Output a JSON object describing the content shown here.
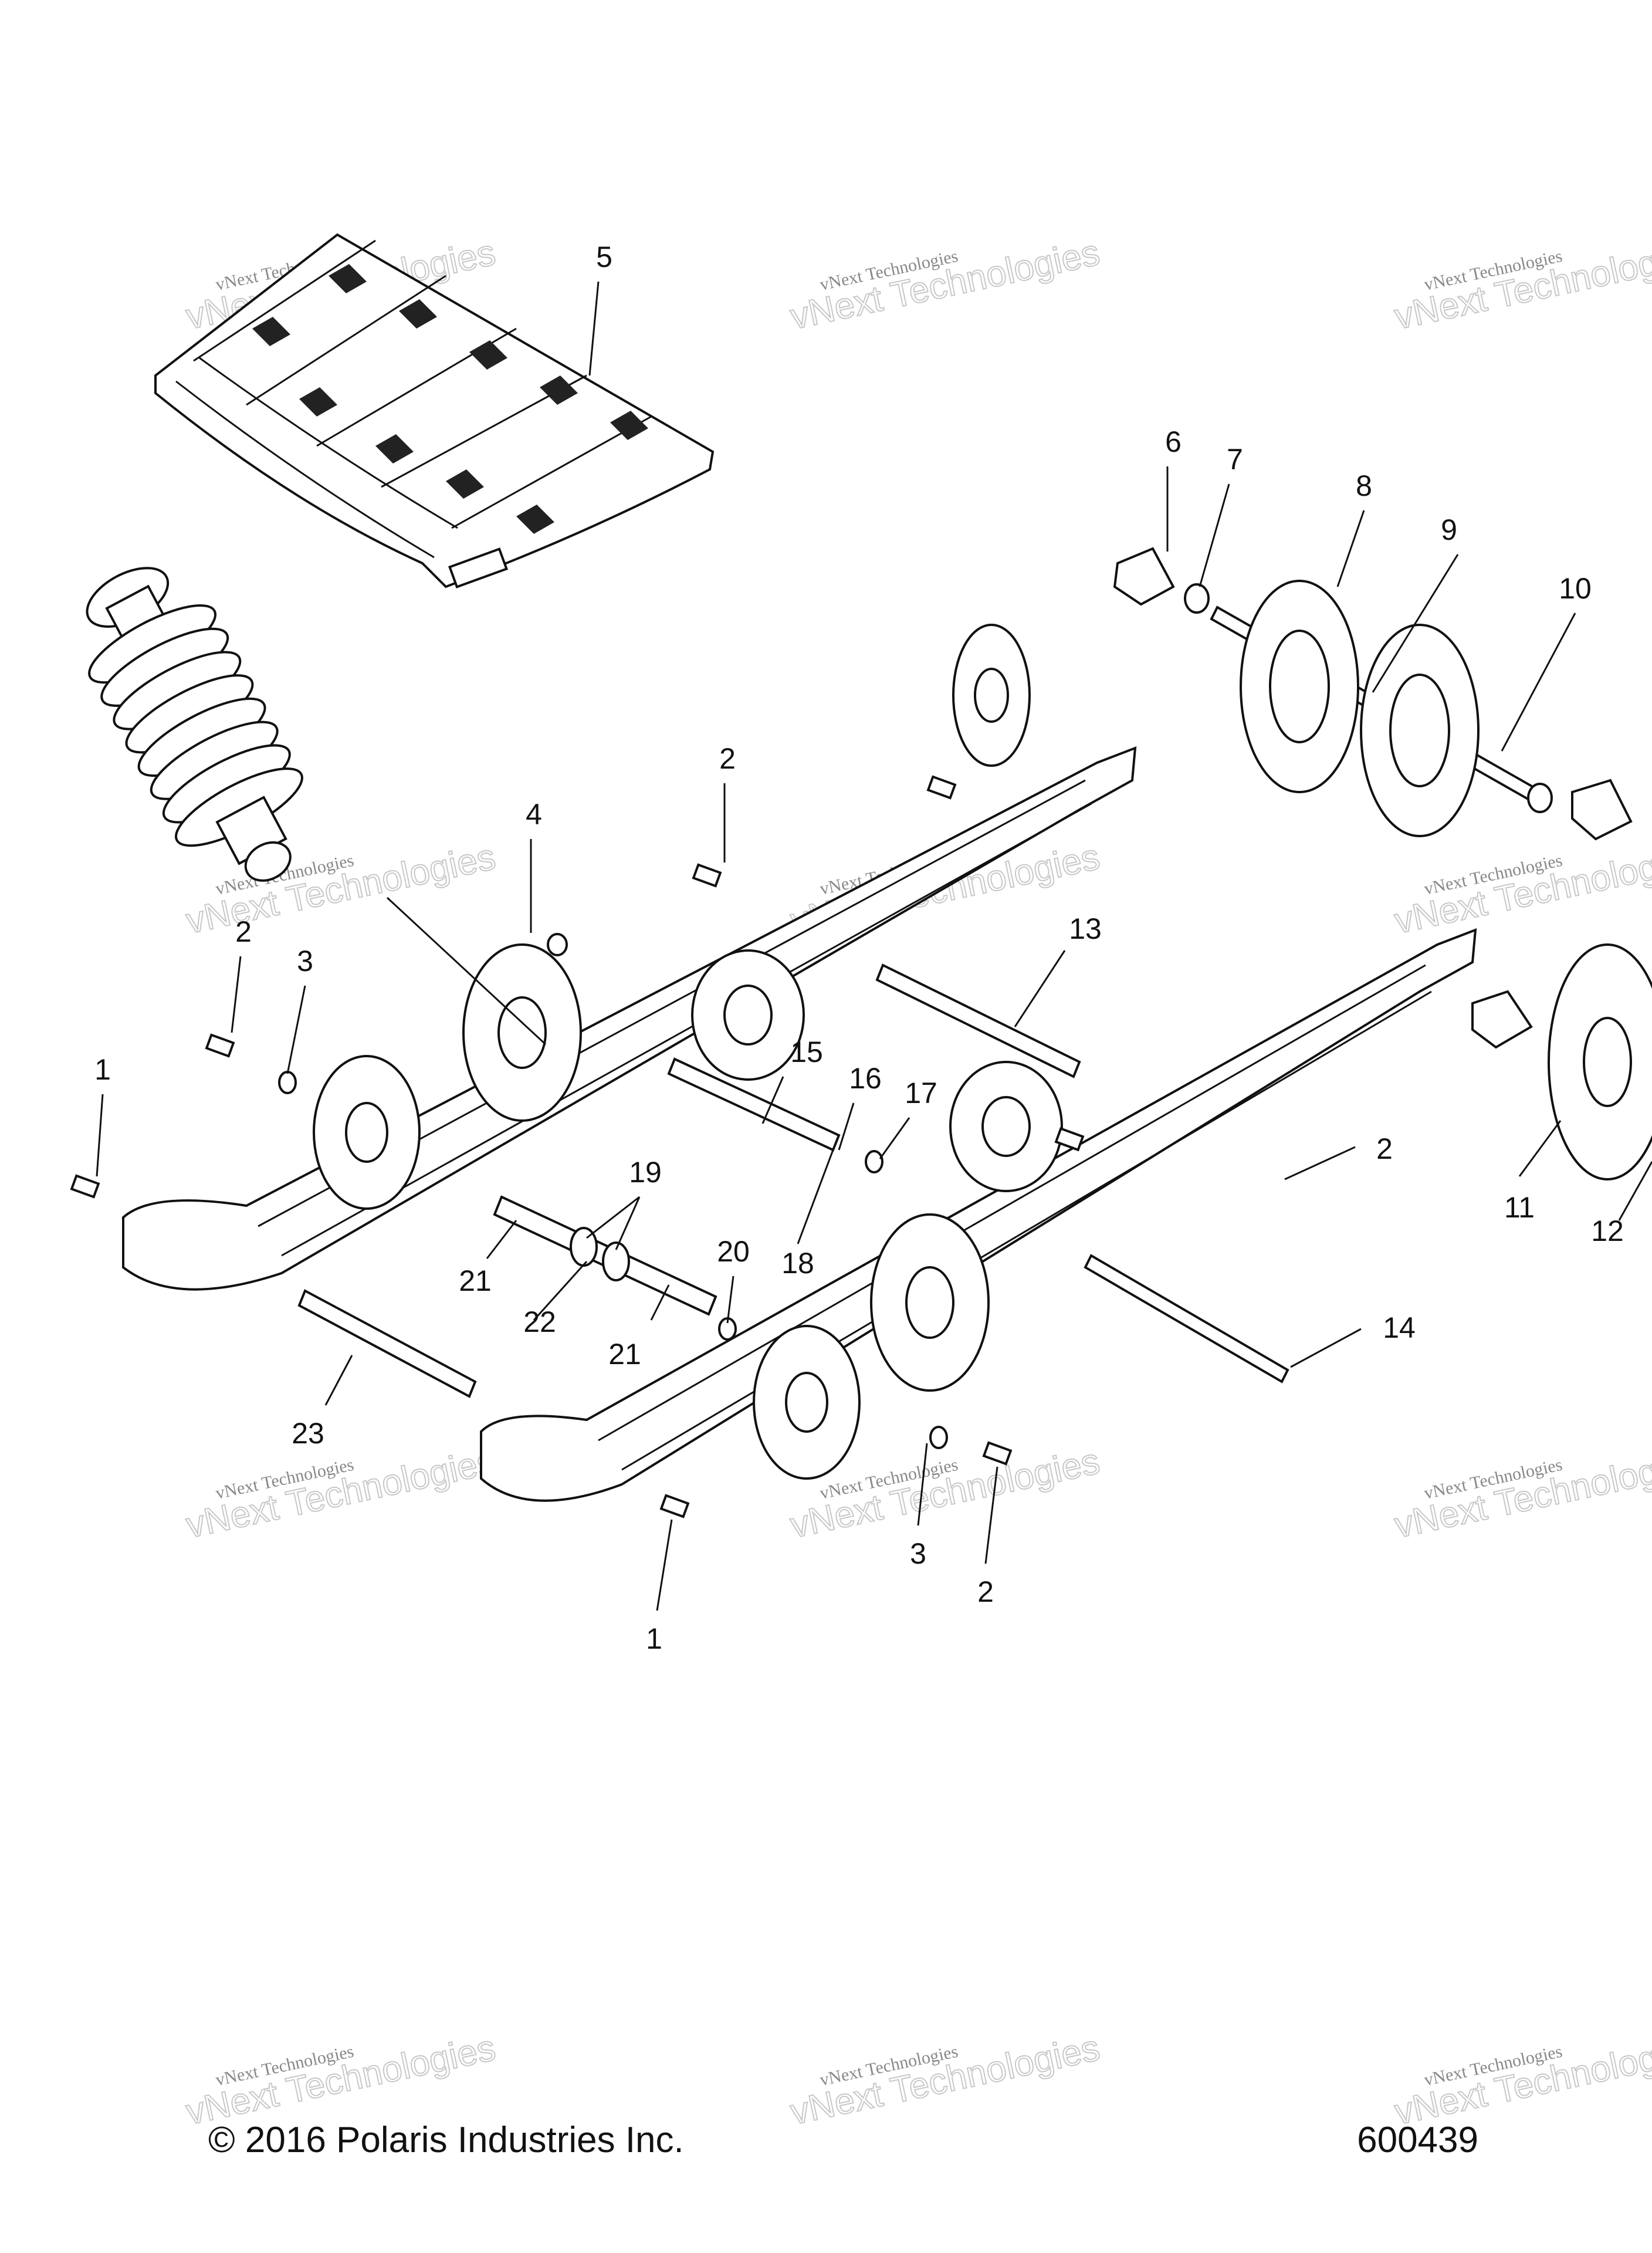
{
  "diagram": {
    "callouts": [
      "5",
      "6",
      "7",
      "8",
      "9",
      "10",
      "2",
      "4",
      "2",
      "3",
      "1",
      "13",
      "15",
      "16",
      "17",
      "19",
      "20",
      "21",
      "22",
      "21",
      "18",
      "2",
      "11",
      "12",
      "14",
      "23",
      "3",
      "2",
      "1"
    ],
    "watermark": {
      "line1": "vNext Technologies",
      "line2": "vNext Technologies"
    },
    "footer": {
      "copyright": "© 2016 Polaris Industries Inc.",
      "figure_number": "600439"
    }
  }
}
